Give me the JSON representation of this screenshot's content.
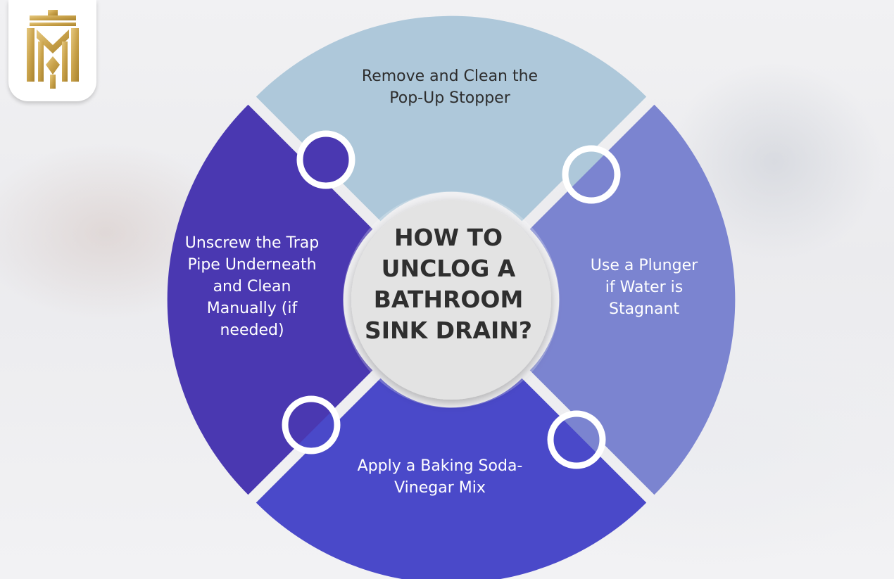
{
  "title": "HOW TO UNCLOG A BATHROOM SINK DRAIN?",
  "steps": {
    "top": "Remove and Clean the Pop-Up Stopper",
    "right": "Use a Plunger if Water is Stagnant",
    "bottom": "Apply a Baking Soda-Vinegar Mix",
    "left": "Unscrew the Trap Pipe Underneath and Clean Manually (if needed)"
  },
  "colors": {
    "top": "#aec8da",
    "right": "#7b84d0",
    "bottom": "#4a49c9",
    "left": "#4a38b1",
    "center": "#e3e3e3",
    "logo_gold": "#c9a24a"
  },
  "logo": {
    "icon": "crown-monogram-logo"
  }
}
